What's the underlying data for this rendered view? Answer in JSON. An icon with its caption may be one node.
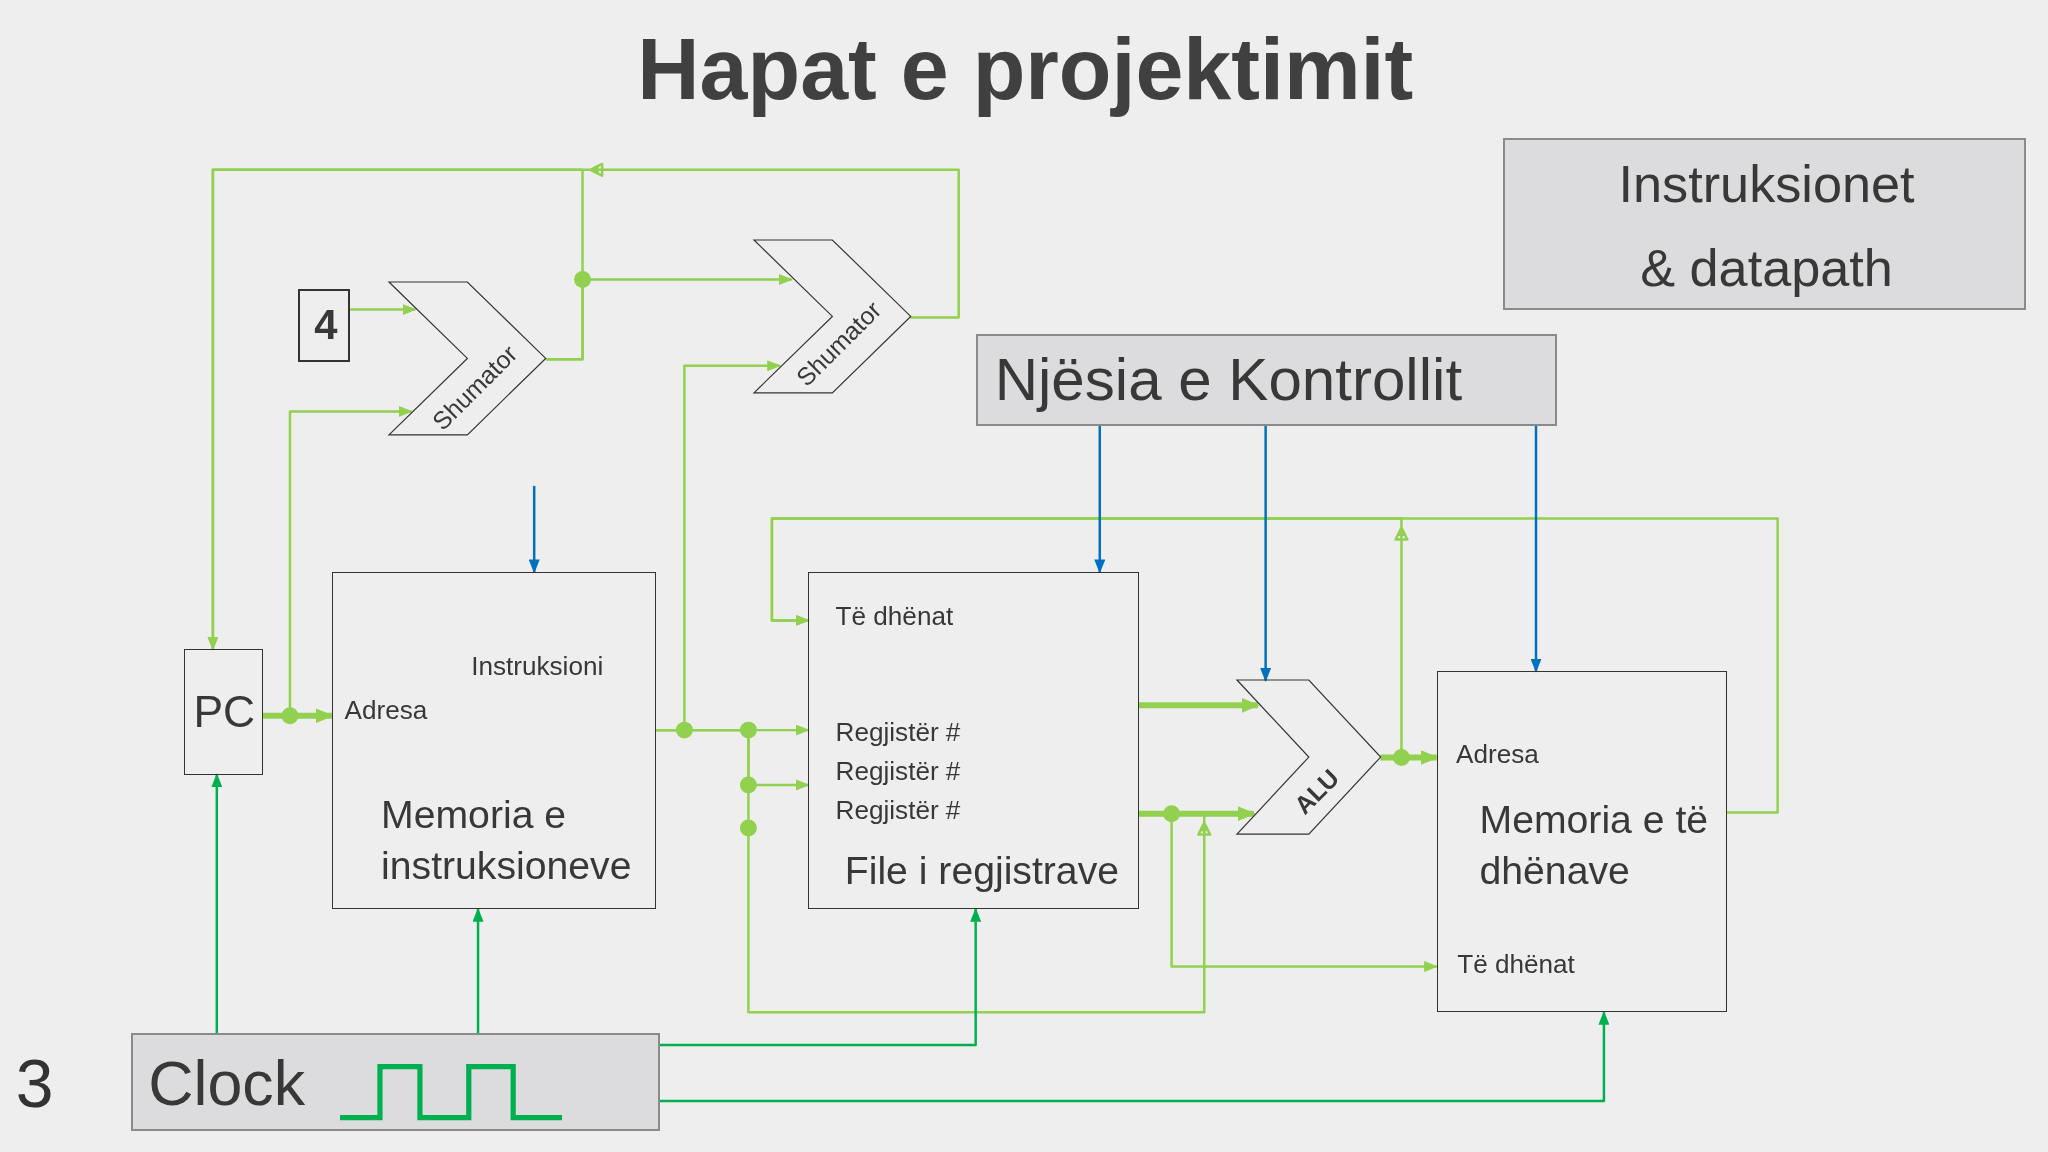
{
  "diagram": {
    "title": "Hapat e projektimit",
    "nodes": [
      {
        "text": [
          "Instruksionet & datapath"
        ]
      },
      {
        "text": [
          "4"
        ]
      },
      {
        "text": [
          "Shumator"
        ]
      },
      {
        "text": [
          "Shumator"
        ]
      },
      {
        "text": [
          "Njësia e Kontrollit"
        ]
      },
      {
        "text": [
          "PC"
        ]
      },
      {
        "text": [
          "Adresa",
          "Instruksioni",
          "Memoria e instruksioneve"
        ]
      },
      {
        "text": [
          "Të dhënat",
          "Regjistër #",
          "Regjistër #",
          "Regjistër #",
          "File i regjistrave"
        ]
      },
      {
        "text": [
          "ALU"
        ]
      },
      {
        "text": [
          "Adresa",
          "Memoria e të dhënave",
          "Të dhënat"
        ]
      },
      {
        "text": [
          "Clock"
        ]
      }
    ],
    "edges": [
      {
        "from": 1,
        "to": 2,
        "arrow": "to"
      },
      {
        "from": 5,
        "to": 2,
        "arrow": "to"
      },
      {
        "from": 5,
        "to": 6,
        "arrow": "to",
        "style": "thick"
      },
      {
        "from": 2,
        "to": 3,
        "arrow": "to"
      },
      {
        "from": 2,
        "to": 5,
        "arrow": "to"
      },
      {
        "from": 3,
        "to": 5,
        "arrow": "to"
      },
      {
        "from": 6,
        "to": 3,
        "arrow": "to"
      },
      {
        "from": 6,
        "to": 7,
        "arrow": "to"
      },
      {
        "from": 6,
        "to": 7,
        "arrow": "to"
      },
      {
        "from": 6,
        "to": 8,
        "arrow": "to"
      },
      {
        "from": 7,
        "to": 8,
        "arrow": "to",
        "style": "thick"
      },
      {
        "from": 7,
        "to": 8,
        "arrow": "to",
        "style": "thick"
      },
      {
        "from": 7,
        "to": 9,
        "arrow": "to"
      },
      {
        "from": 8,
        "to": 9,
        "arrow": "to",
        "style": "thick"
      },
      {
        "from": 8,
        "to": 7,
        "arrow": "to"
      },
      {
        "from": 9,
        "to": 7,
        "arrow": "to"
      },
      {
        "from": 4,
        "to": 7,
        "arrow": "to",
        "color": "#0070c0"
      },
      {
        "from": 4,
        "to": 8,
        "arrow": "to",
        "color": "#0070c0"
      },
      {
        "from": 4,
        "to": 9,
        "arrow": "to",
        "color": "#0070c0"
      },
      {
        "from": null,
        "to": 6,
        "arrow": "to",
        "color": "#0070c0"
      },
      {
        "from": 10,
        "to": 5,
        "arrow": "to",
        "color": "#00b050"
      },
      {
        "from": 10,
        "to": 6,
        "arrow": "to",
        "color": "#00b050"
      },
      {
        "from": 10,
        "to": 7,
        "arrow": "to",
        "color": "#00b050"
      },
      {
        "from": 10,
        "to": 9,
        "arrow": "to",
        "color": "#00b050"
      }
    ],
    "labels": [
      "3"
    ]
  }
}
